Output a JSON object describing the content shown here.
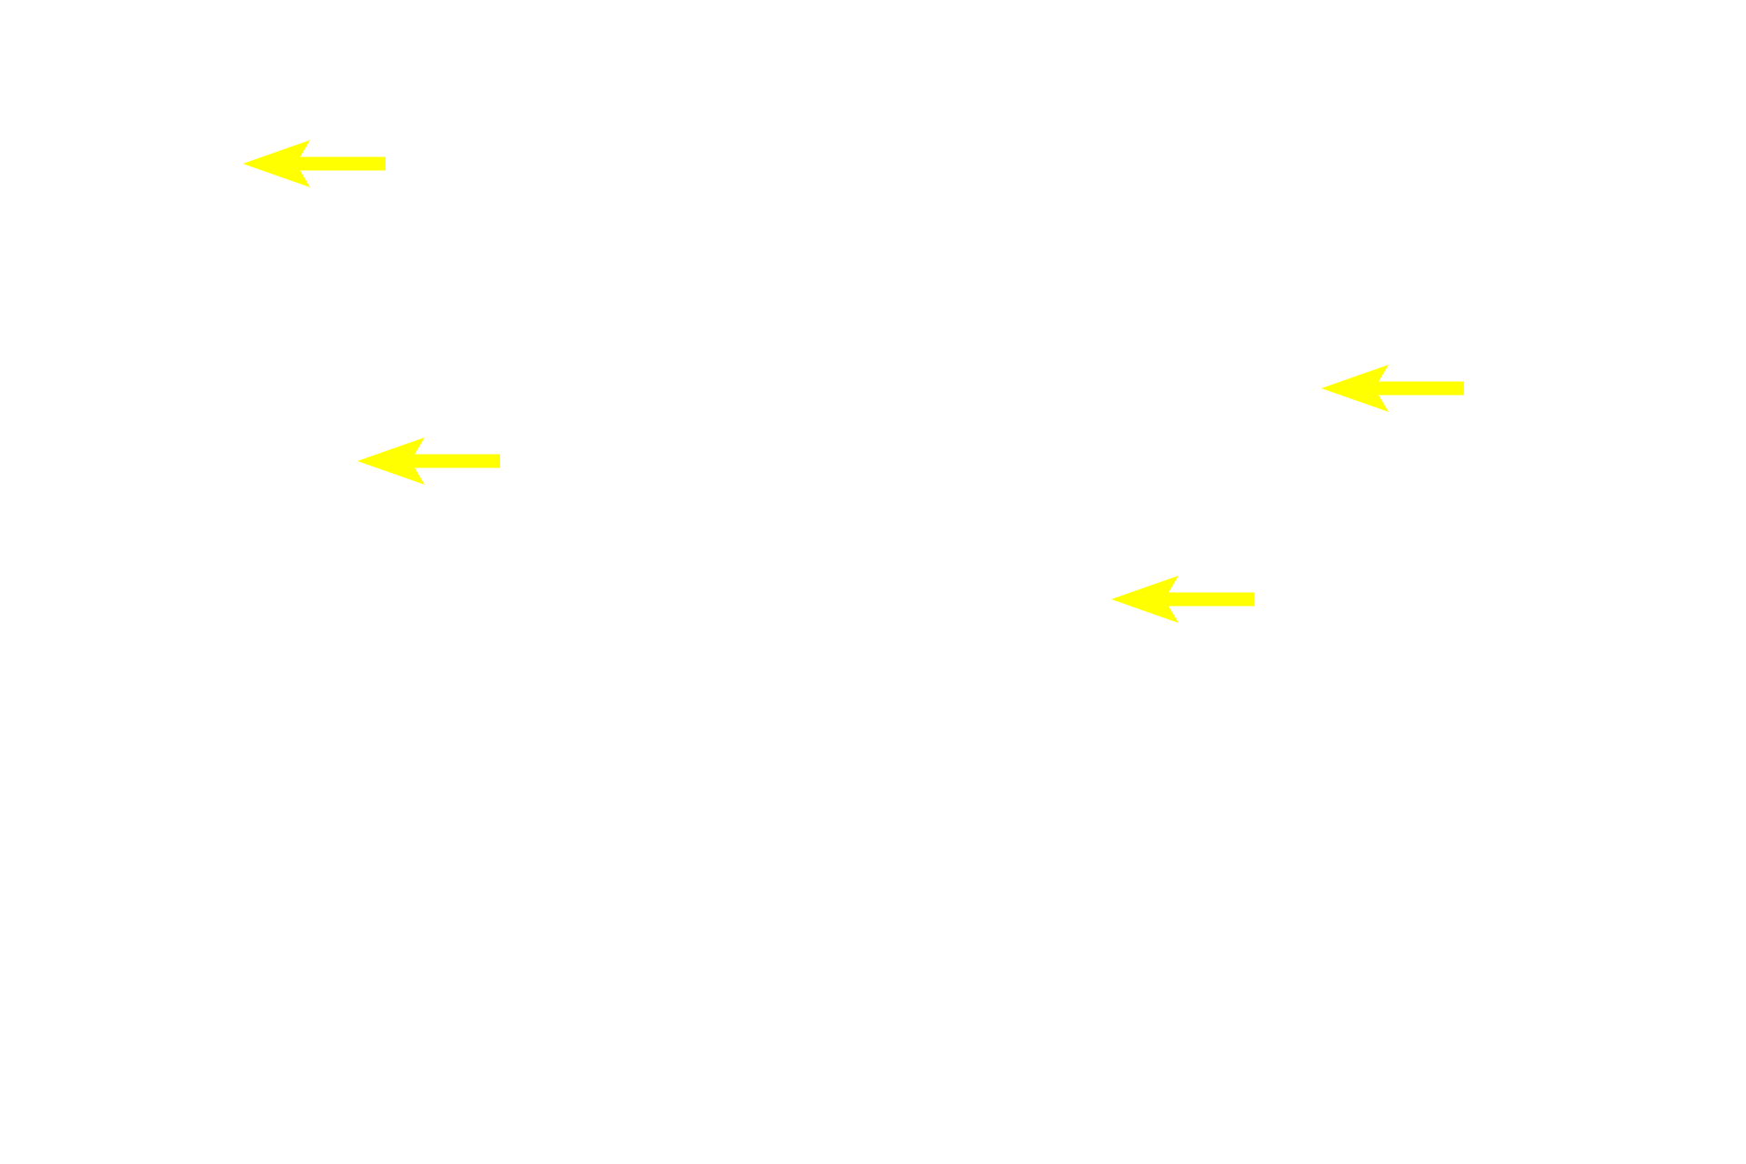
{
  "background_color": "#ffffff",
  "annotations": {
    "arrow_color": "#ffff00",
    "arrows": [
      {
        "icon": "arrow-left-icon",
        "direction": "left"
      },
      {
        "icon": "arrow-left-icon",
        "direction": "left"
      },
      {
        "icon": "arrow-left-icon",
        "direction": "left"
      },
      {
        "icon": "arrow-left-icon",
        "direction": "left"
      }
    ]
  }
}
